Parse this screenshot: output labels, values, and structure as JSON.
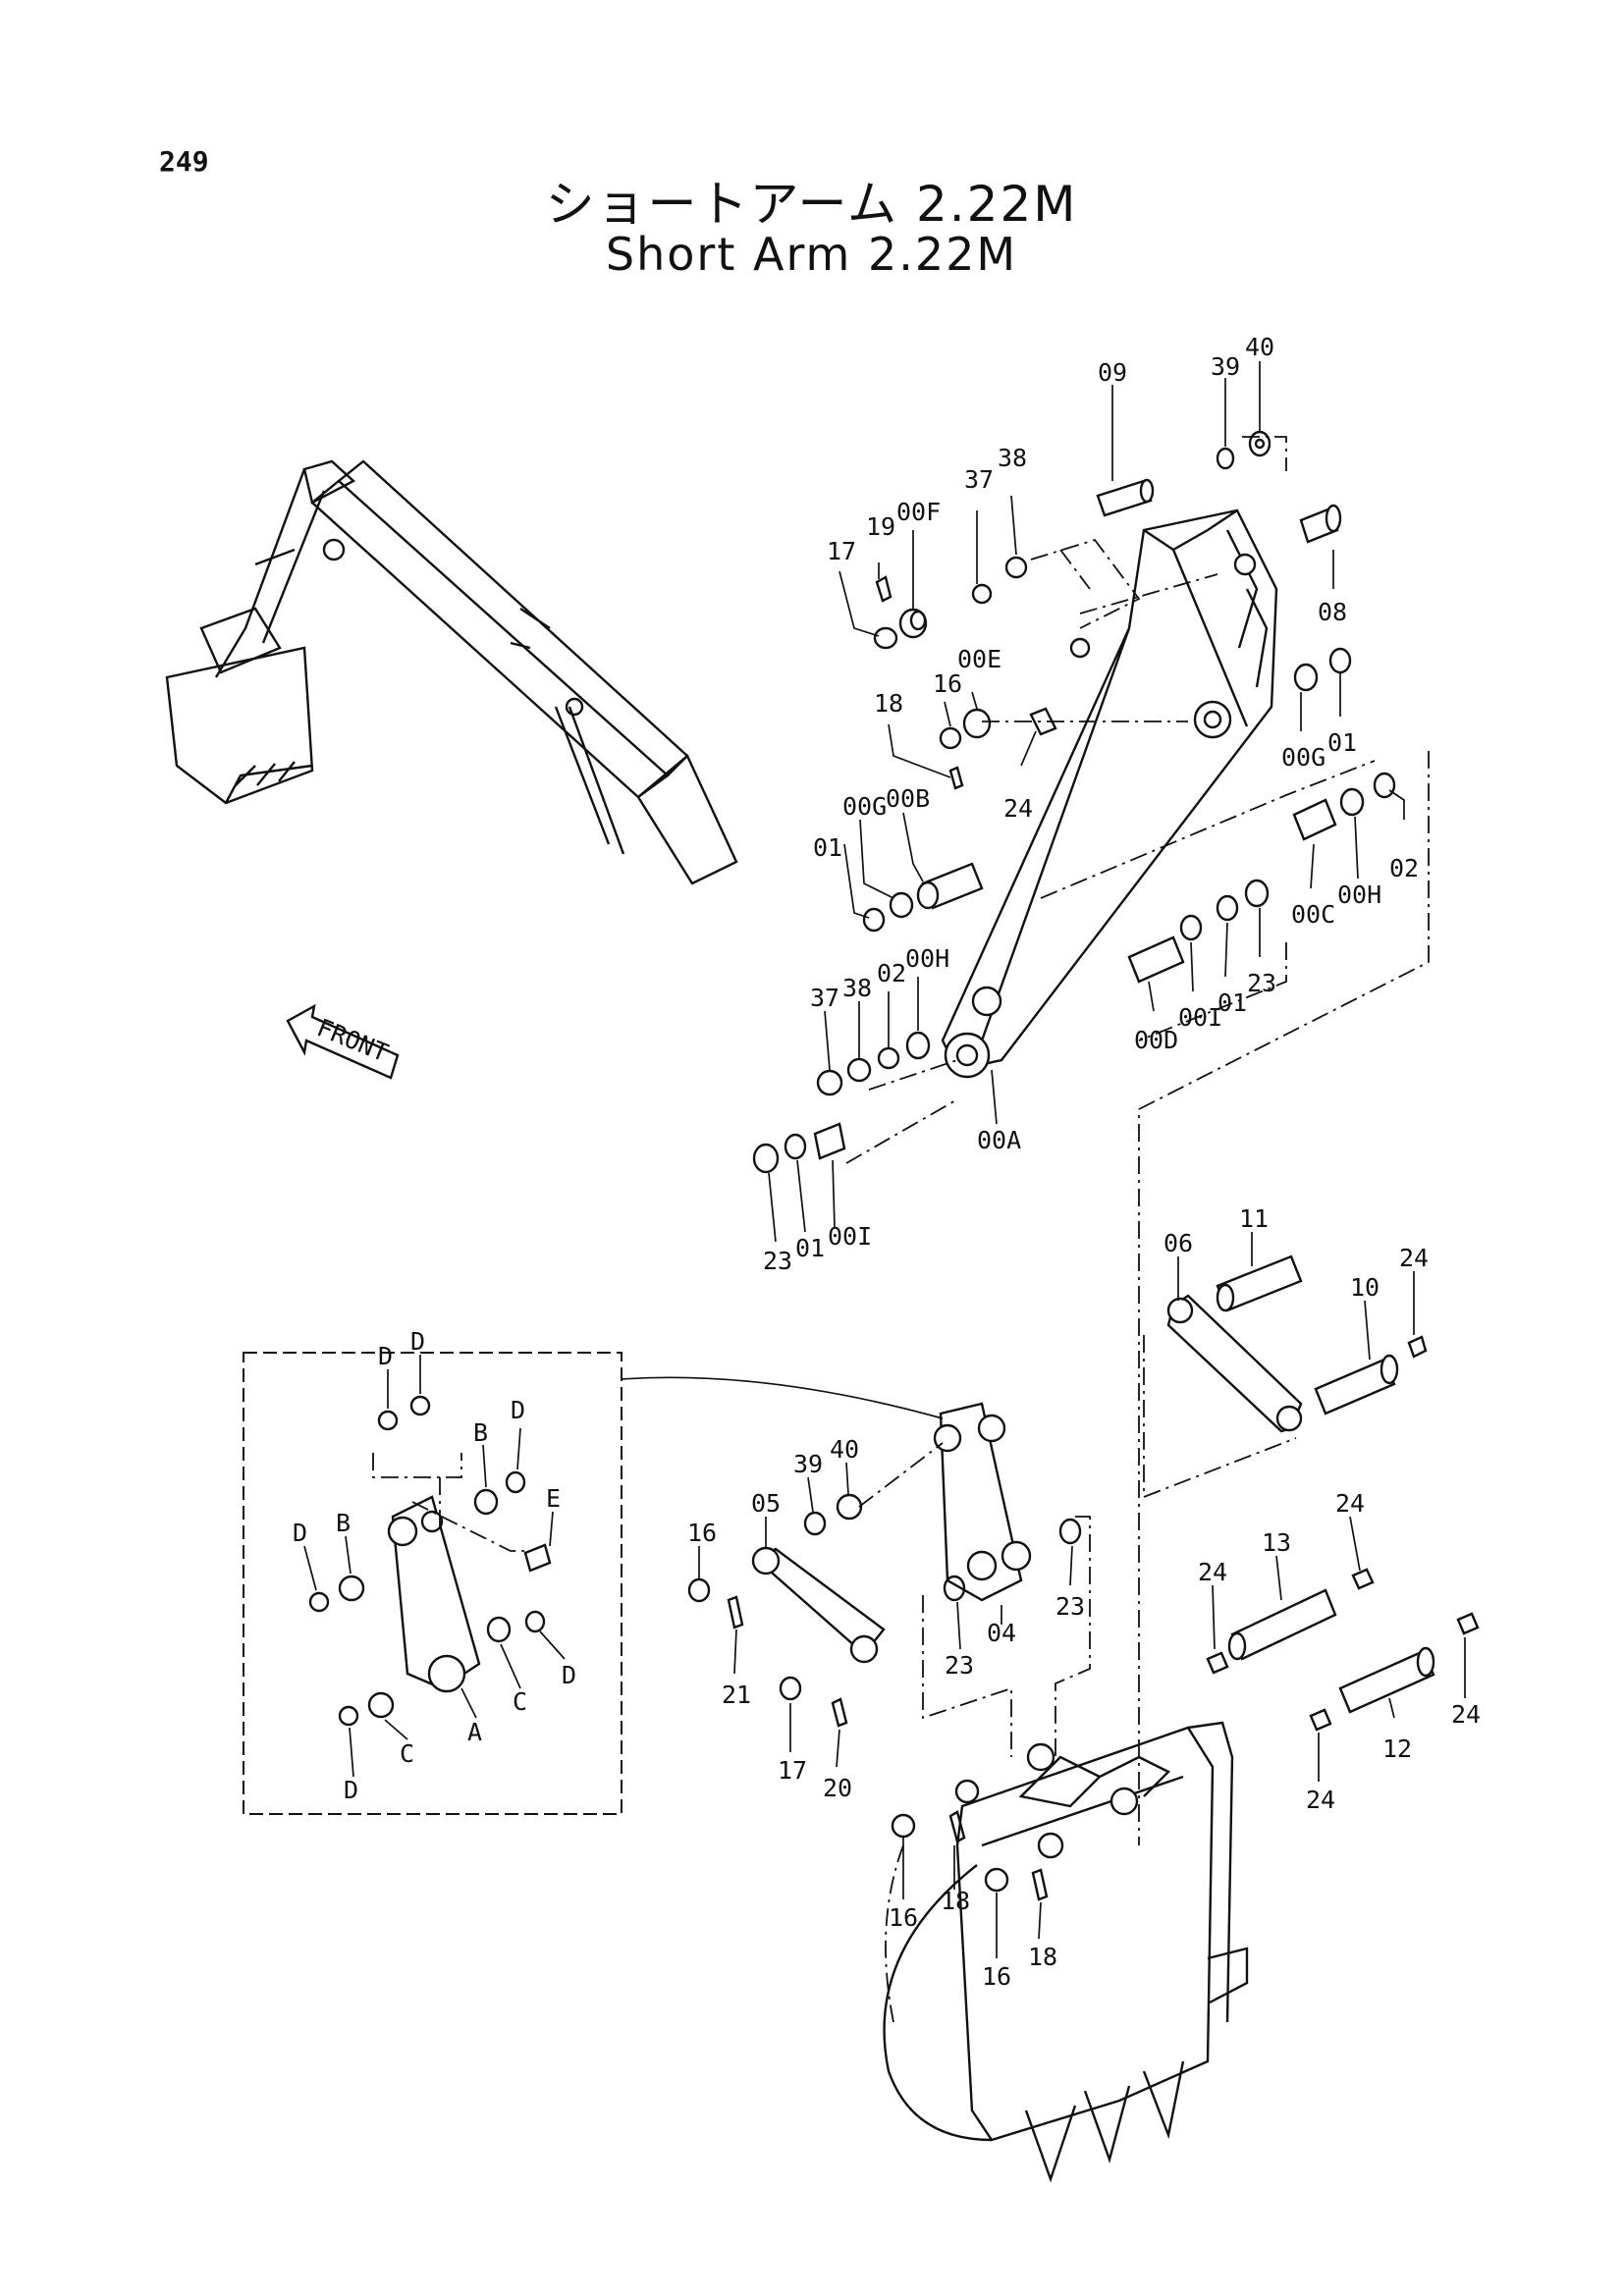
{
  "page_number": "249",
  "title_japanese": "ショートアーム 2.22M",
  "title_english": "Short Arm 2.22M",
  "front_arrow_label": "FRONT",
  "labels": {
    "p09": "09",
    "p39": "39",
    "p40": "40",
    "p37a": "37",
    "p38a": "38",
    "p19": "19",
    "p00F": "00F",
    "p17a": "17",
    "p08": "08",
    "p00E": "00E",
    "p16a": "16",
    "p18a": "18",
    "p24a": "24",
    "p00G_r": "00G",
    "p01_r": "01",
    "p00B": "00B",
    "p00G_l": "00G",
    "p01_l": "01",
    "p02_r": "02",
    "p00H_r": "00H",
    "p00C": "00C",
    "p23_r": "23",
    "p01_m": "01",
    "p00I_m": "00I",
    "p00D": "00D",
    "p37b": "37",
    "p38b": "38",
    "p02_m": "02",
    "p00H_m": "00H",
    "p00A": "00A",
    "p23_l": "23",
    "p01_b": "01",
    "p00I_b": "00I",
    "p11": "11",
    "p06": "06",
    "p10": "10",
    "p24b": "24",
    "p40b": "40",
    "p39b": "39",
    "p05": "05",
    "p16b": "16",
    "p21": "21",
    "p23b": "23",
    "p04": "04",
    "p23c": "23",
    "p17b": "17",
    "p20": "20",
    "p24c": "24",
    "p13": "13",
    "p24d": "24",
    "p12": "12",
    "p24e": "24",
    "p24f": "24",
    "p16c": "16",
    "p18b": "18",
    "p16d": "16",
    "p18c": "18",
    "iD1": "D",
    "iD2": "D",
    "iD3": "D",
    "iB1": "B",
    "iB2": "B",
    "iE": "E",
    "iD4": "D",
    "iD5": "D",
    "iC1": "C",
    "iA": "A",
    "iC2": "C",
    "iD6": "D"
  }
}
